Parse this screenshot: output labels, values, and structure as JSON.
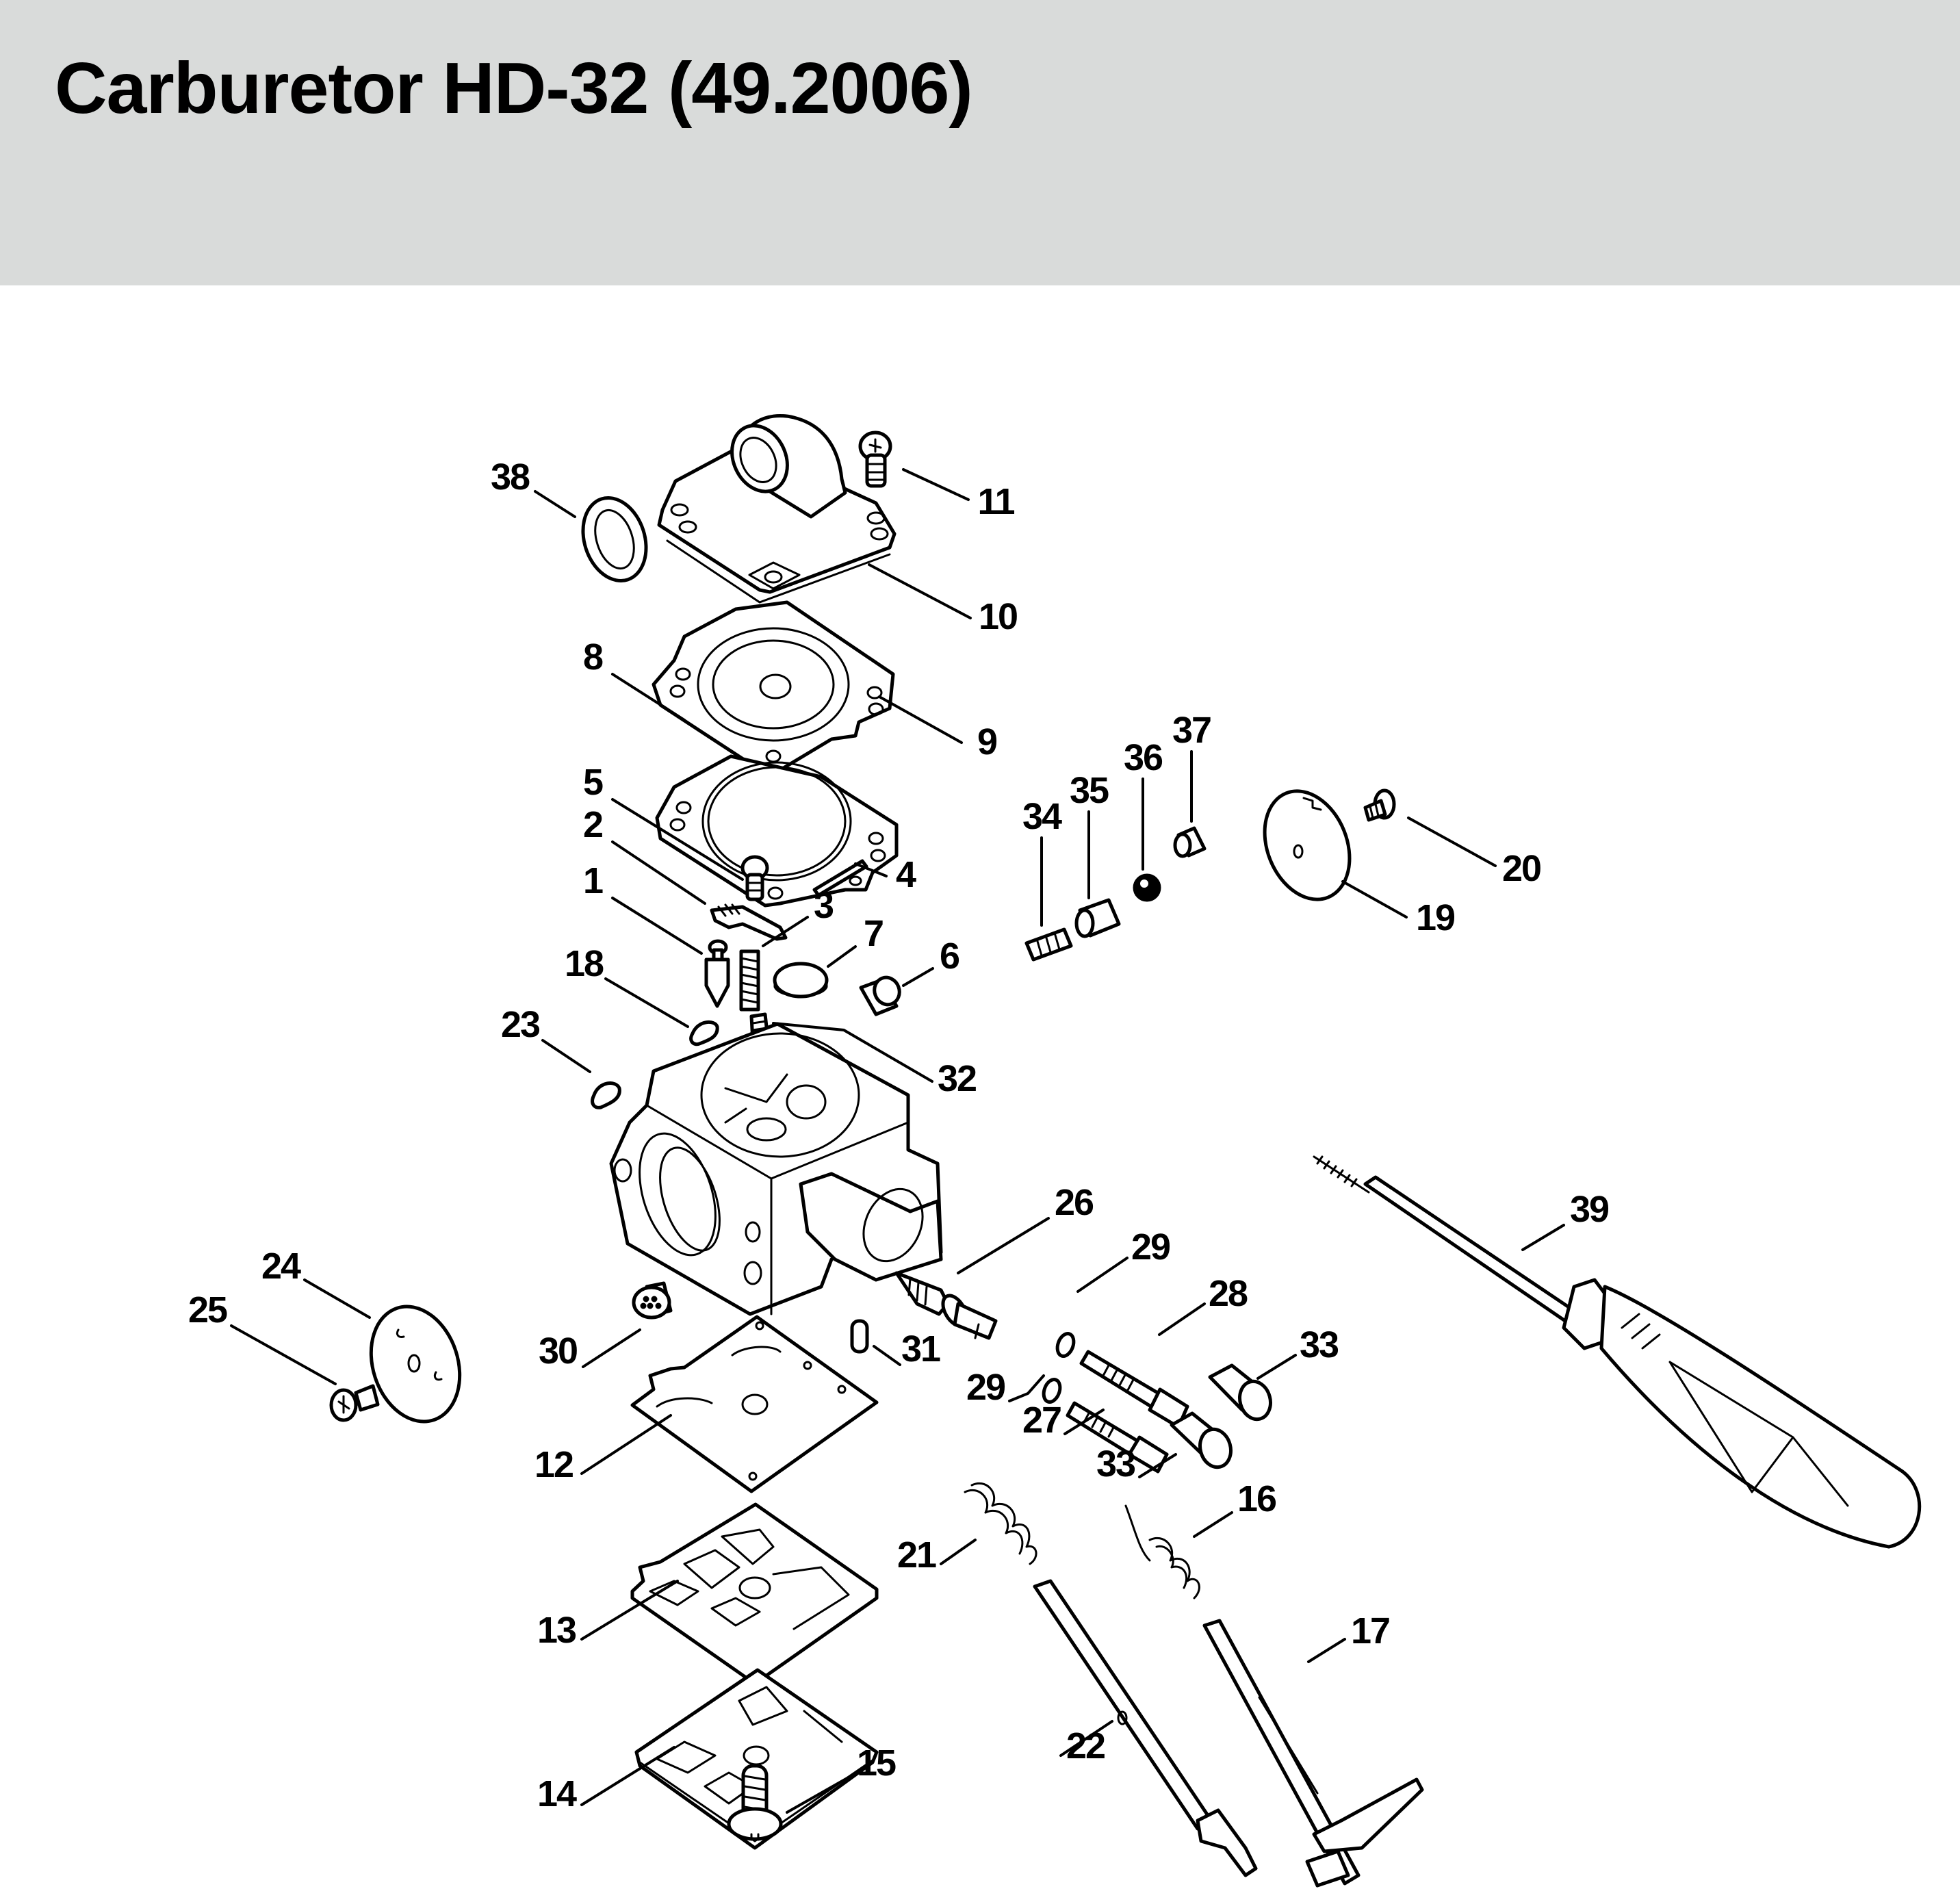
{
  "header": {
    "title": "Carburetor HD-32 (49.2006)",
    "background_color": "#d9dbda"
  },
  "diagram": {
    "callouts": {
      "p1": "1",
      "p2": "2",
      "p3": "3",
      "p4": "4",
      "p5": "5",
      "p6": "6",
      "p7": "7",
      "p8": "8",
      "p9": "9",
      "p10": "10",
      "p11": "11",
      "p12": "12",
      "p13": "13",
      "p14": "14",
      "p15": "15",
      "p16": "16",
      "p17": "17",
      "p18": "18",
      "p19": "19",
      "p20": "20",
      "p21": "21",
      "p22": "22",
      "p23": "23",
      "p24": "24",
      "p25": "25",
      "p26": "26",
      "p27": "27",
      "p28": "28",
      "p29a": "29",
      "p29b": "29",
      "p30": "30",
      "p31": "31",
      "p32": "32",
      "p33a": "33",
      "p33b": "33",
      "p34": "34",
      "p35": "35",
      "p36": "36",
      "p37": "37",
      "p38": "38",
      "p39": "39"
    }
  }
}
